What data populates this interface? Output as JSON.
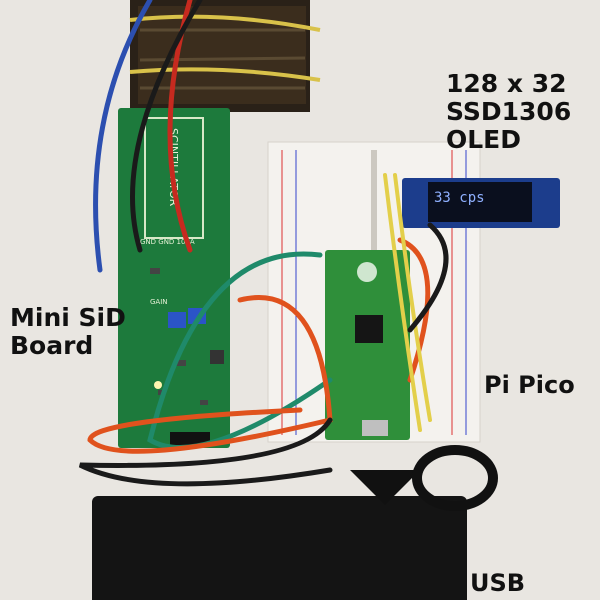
{
  "labels": {
    "oled_line1": "128 x 32",
    "oled_line2": "SSD1306",
    "oled_line3": "OLED",
    "sid_line1": "Mini SiD",
    "sid_line2": "Board",
    "pico": "Pi Pico",
    "usb": "USB"
  },
  "board_text": {
    "scintillator": "SCINTILLATOR",
    "header": "GND  GND  100A",
    "gain": "GAIN"
  },
  "oled_screen": {
    "reading": "33 cps"
  },
  "colors": {
    "background": "#e9e6e1",
    "pcb_green": "#1d7a3c",
    "pico_green": "#2f8f3a",
    "breadboard": "#f4f2ee",
    "oled_blue": "#8fb0ff",
    "wire_orange": "#e0521d",
    "wire_green": "#1f8a6a",
    "wire_yellow": "#e3cf4a",
    "wire_black": "#1a1a1a",
    "wire_red": "#c62a1f",
    "wire_blue": "#2c4fb0"
  }
}
